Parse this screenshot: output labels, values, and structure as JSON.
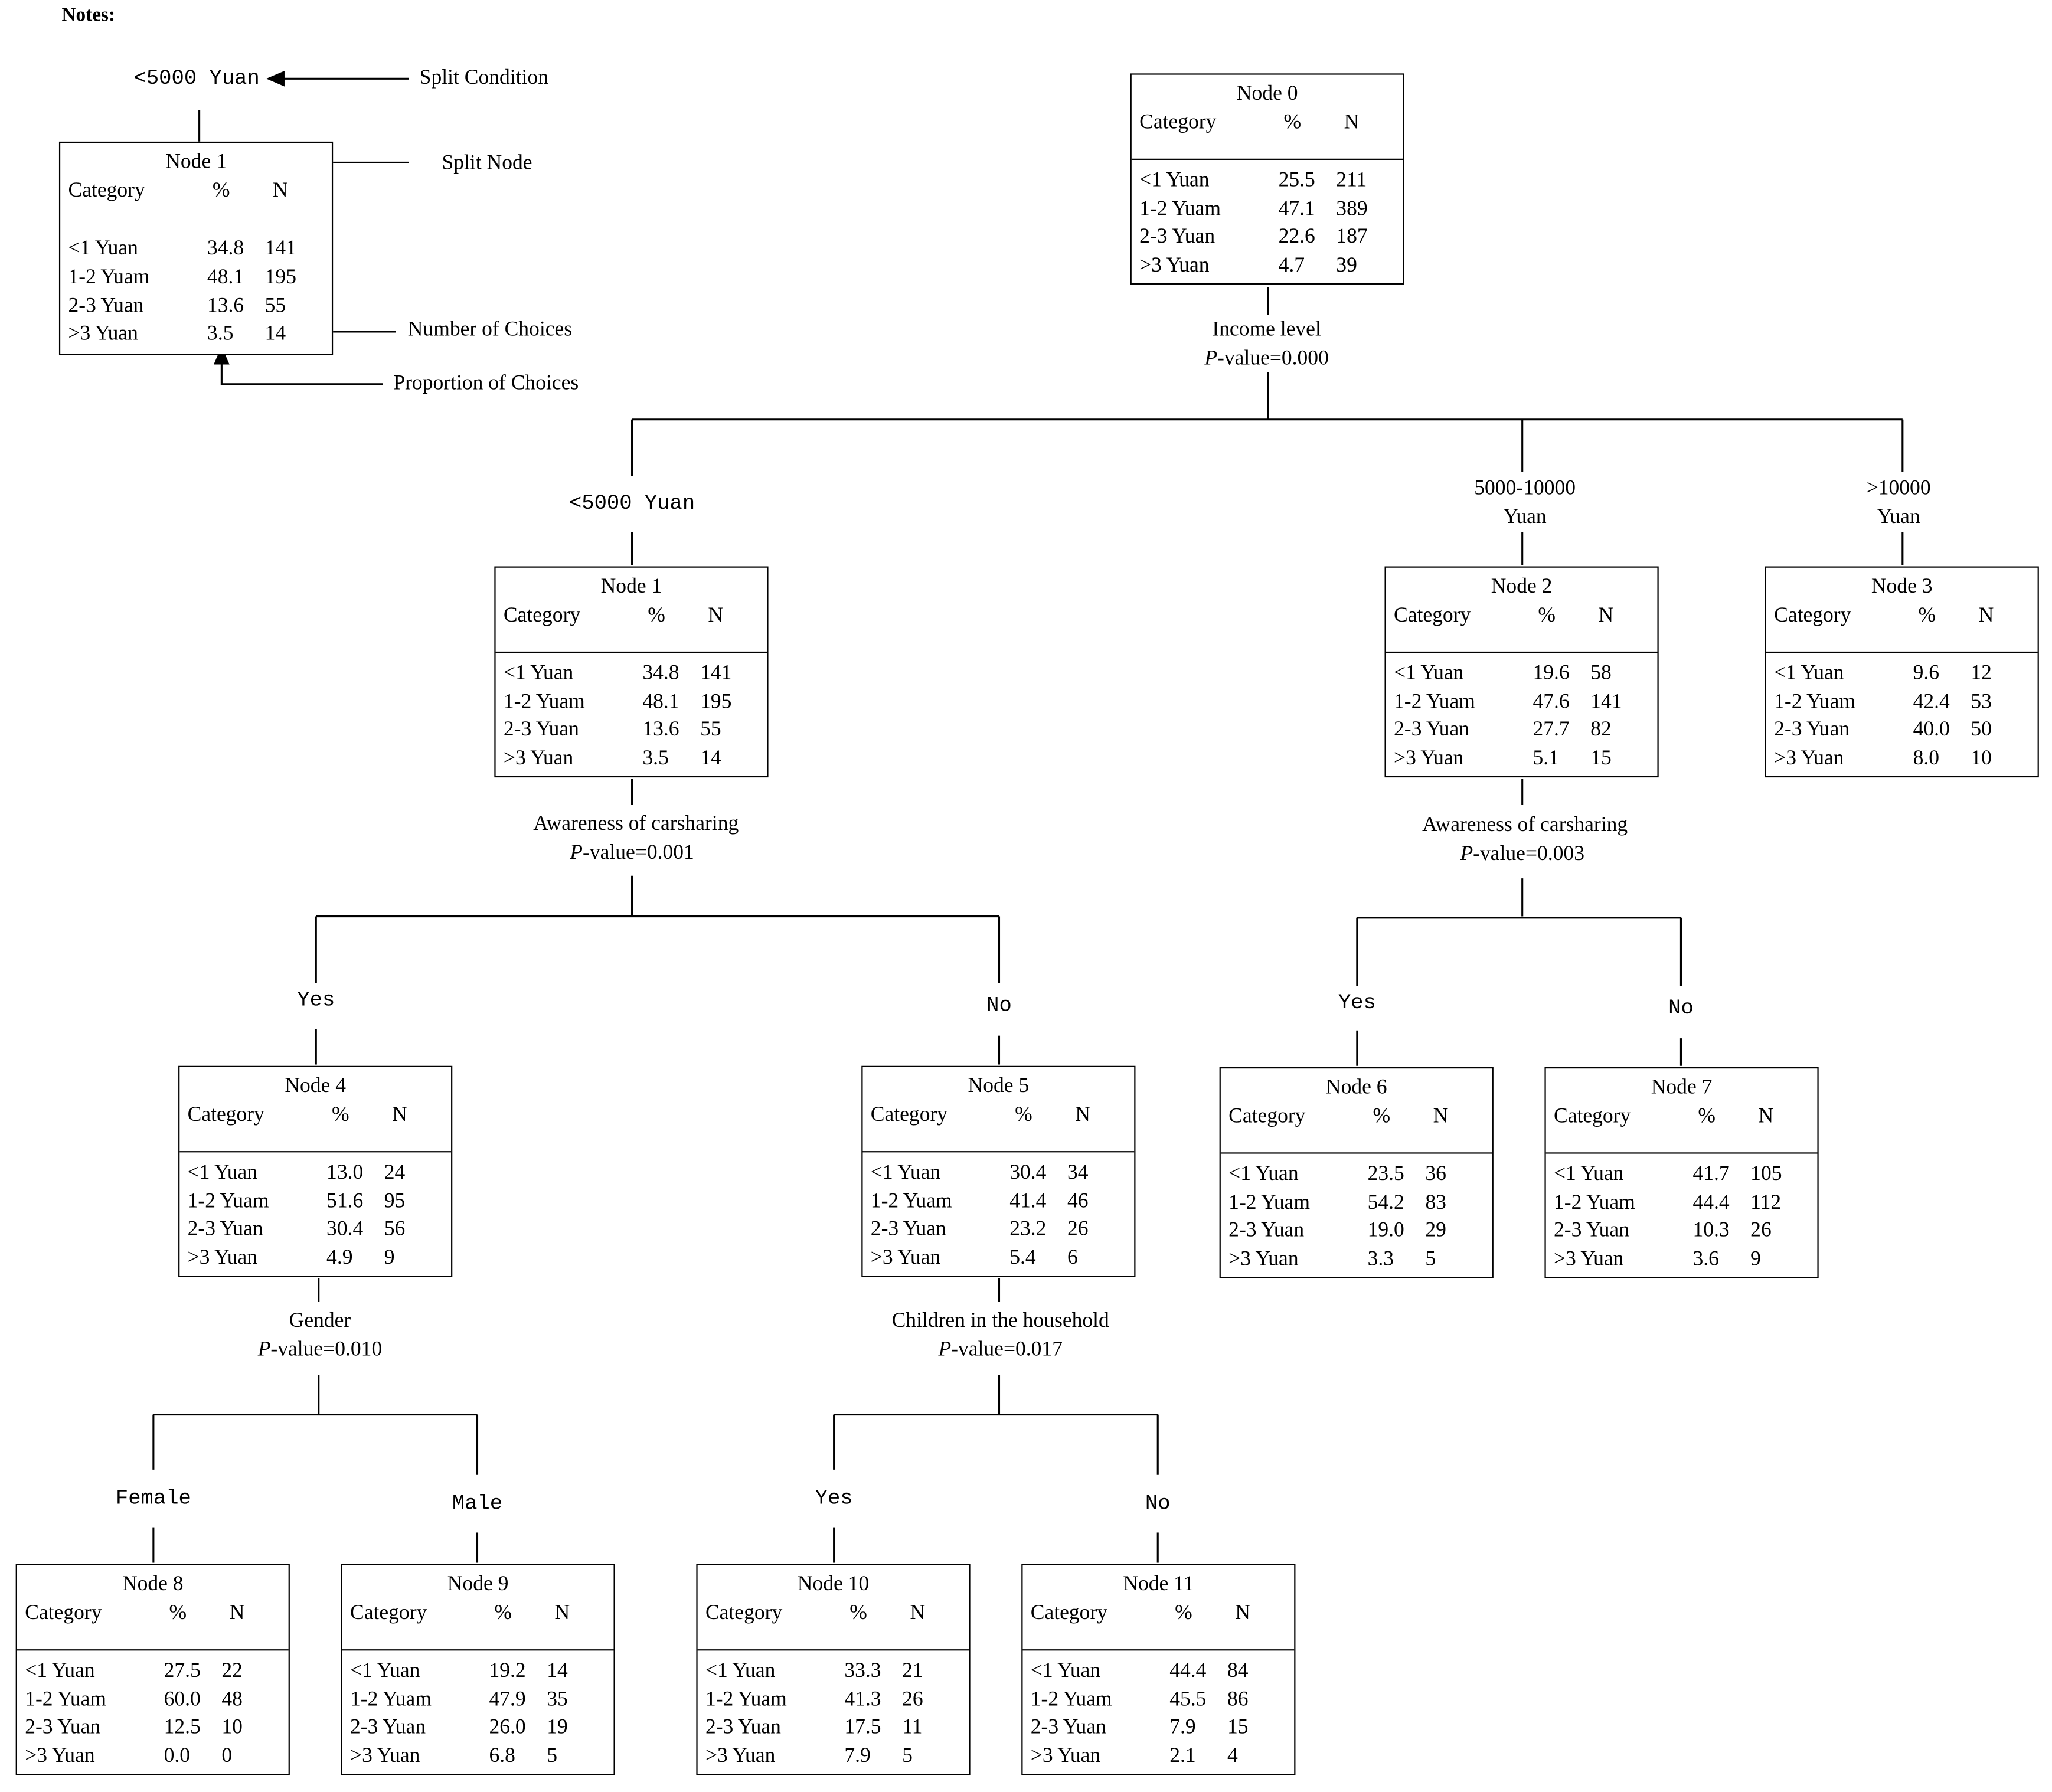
{
  "notes_title": "Notes:",
  "legend": {
    "split_condition_example": "<5000 Yuan",
    "split_condition_label": "Split Condition",
    "split_node_label": "Split Node",
    "number_label": "Number of Choices",
    "proportion_label": "Proportion of Choices",
    "example_node": {
      "title": "Node 1",
      "rows": [
        {
          "cat": "<1  Yuan",
          "pct": "34.8",
          "n": "141"
        },
        {
          "cat": "1-2 Yuam",
          "pct": "48.1",
          "n": "195"
        },
        {
          "cat": "2-3 Yuan",
          "pct": "13.6",
          "n": "55"
        },
        {
          "cat": ">3  Yuan",
          "pct": "3.5",
          "n": "14"
        }
      ]
    }
  },
  "table_header": {
    "category": "Category",
    "pct": "%",
    "n": "N"
  },
  "pvalue_prefix": "P",
  "nodes": {
    "n0": {
      "title": "Node 0",
      "rows": [
        {
          "cat": "<1  Yuan",
          "pct": "25.5",
          "n": "211"
        },
        {
          "cat": "1-2 Yuam",
          "pct": "47.1",
          "n": "389"
        },
        {
          "cat": "2-3 Yuan",
          "pct": "22.6",
          "n": "187"
        },
        {
          "cat": ">3  Yuan",
          "pct": "4.7",
          "n": "39"
        }
      ]
    },
    "n1": {
      "title": "Node 1",
      "rows": [
        {
          "cat": "<1  Yuan",
          "pct": "34.8",
          "n": "141"
        },
        {
          "cat": "1-2 Yuam",
          "pct": "48.1",
          "n": "195"
        },
        {
          "cat": "2-3 Yuan",
          "pct": "13.6",
          "n": "55"
        },
        {
          "cat": ">3  Yuan",
          "pct": "3.5",
          "n": "14"
        }
      ]
    },
    "n2": {
      "title": "Node 2",
      "rows": [
        {
          "cat": "<1  Yuan",
          "pct": "19.6",
          "n": "58"
        },
        {
          "cat": "1-2 Yuam",
          "pct": "47.6",
          "n": "141"
        },
        {
          "cat": "2-3 Yuan",
          "pct": "27.7",
          "n": "82"
        },
        {
          "cat": ">3  Yuan",
          "pct": "5.1",
          "n": "15"
        }
      ]
    },
    "n3": {
      "title": "Node 3",
      "rows": [
        {
          "cat": "<1  Yuan",
          "pct": "9.6",
          "n": "12"
        },
        {
          "cat": "1-2 Yuam",
          "pct": "42.4",
          "n": "53"
        },
        {
          "cat": "2-3 Yuan",
          "pct": "40.0",
          "n": "50"
        },
        {
          "cat": ">3  Yuan",
          "pct": "8.0",
          "n": "10"
        }
      ]
    },
    "n4": {
      "title": "Node 4",
      "rows": [
        {
          "cat": "<1  Yuan",
          "pct": "13.0",
          "n": "24"
        },
        {
          "cat": "1-2 Yuam",
          "pct": "51.6",
          "n": "95"
        },
        {
          "cat": "2-3 Yuan",
          "pct": "30.4",
          "n": "56"
        },
        {
          "cat": ">3  Yuan",
          "pct": "4.9",
          "n": "9"
        }
      ]
    },
    "n5": {
      "title": "Node 5",
      "rows": [
        {
          "cat": "<1  Yuan",
          "pct": "30.4",
          "n": "34"
        },
        {
          "cat": "1-2 Yuam",
          "pct": "41.4",
          "n": "46"
        },
        {
          "cat": "2-3 Yuan",
          "pct": "23.2",
          "n": "26"
        },
        {
          "cat": ">3  Yuan",
          "pct": "5.4",
          "n": "6"
        }
      ]
    },
    "n6": {
      "title": "Node 6",
      "rows": [
        {
          "cat": "<1  Yuan",
          "pct": "23.5",
          "n": "36"
        },
        {
          "cat": "1-2 Yuam",
          "pct": "54.2",
          "n": "83"
        },
        {
          "cat": "2-3 Yuan",
          "pct": "19.0",
          "n": "29"
        },
        {
          "cat": ">3  Yuan",
          "pct": "3.3",
          "n": "5"
        }
      ]
    },
    "n7": {
      "title": "Node 7",
      "rows": [
        {
          "cat": "<1  Yuan",
          "pct": "41.7",
          "n": "105"
        },
        {
          "cat": "1-2 Yuam",
          "pct": "44.4",
          "n": "112"
        },
        {
          "cat": "2-3 Yuan",
          "pct": "10.3",
          "n": "26"
        },
        {
          "cat": ">3  Yuan",
          "pct": "3.6",
          "n": "9"
        }
      ]
    },
    "n8": {
      "title": "Node 8",
      "rows": [
        {
          "cat": "<1  Yuan",
          "pct": "27.5",
          "n": "22"
        },
        {
          "cat": "1-2 Yuam",
          "pct": "60.0",
          "n": "48"
        },
        {
          "cat": "2-3 Yuan",
          "pct": "12.5",
          "n": "10"
        },
        {
          "cat": ">3  Yuan",
          "pct": "0.0",
          "n": "0"
        }
      ]
    },
    "n9": {
      "title": "Node 9",
      "rows": [
        {
          "cat": "<1  Yuan",
          "pct": "19.2",
          "n": "14"
        },
        {
          "cat": "1-2 Yuam",
          "pct": "47.9",
          "n": "35"
        },
        {
          "cat": "2-3 Yuan",
          "pct": "26.0",
          "n": "19"
        },
        {
          "cat": ">3  Yuan",
          "pct": "6.8",
          "n": "5"
        }
      ]
    },
    "n10": {
      "title": "Node 10",
      "rows": [
        {
          "cat": "<1  Yuan",
          "pct": "33.3",
          "n": "21"
        },
        {
          "cat": "1-2 Yuam",
          "pct": "41.3",
          "n": "26"
        },
        {
          "cat": "2-3 Yuan",
          "pct": "17.5",
          "n": "11"
        },
        {
          "cat": ">3  Yuan",
          "pct": "7.9",
          "n": "5"
        }
      ]
    },
    "n11": {
      "title": "Node 11",
      "rows": [
        {
          "cat": "<1  Yuan",
          "pct": "44.4",
          "n": "84"
        },
        {
          "cat": "1-2 Yuam",
          "pct": "45.5",
          "n": "86"
        },
        {
          "cat": "2-3 Yuan",
          "pct": "7.9",
          "n": "15"
        },
        {
          "cat": ">3  Yuan",
          "pct": "2.1",
          "n": "4"
        }
      ]
    }
  },
  "splits": {
    "s0": {
      "variable": "Income level",
      "pvalue": "-value=0.000"
    },
    "s1": {
      "variable": "Awareness of carsharing",
      "pvalue": "-value=0.001"
    },
    "s2": {
      "variable": "Awareness of carsharing",
      "pvalue": "-value=0.003"
    },
    "s4": {
      "variable": "Gender",
      "pvalue": "-value=0.010"
    },
    "s5": {
      "variable": "Children in the household",
      "pvalue": "-value=0.017"
    }
  },
  "edges": {
    "e1": "<5000 Yuan",
    "e2a": "5000-10000",
    "e2b": "Yuan",
    "e3a": ">10000",
    "e3b": "Yuan",
    "e4": "Yes",
    "e5": "No",
    "e6": "Yes",
    "e7": "No",
    "e8": "Female",
    "e9": "Male",
    "e10": "Yes",
    "e11": "No"
  }
}
